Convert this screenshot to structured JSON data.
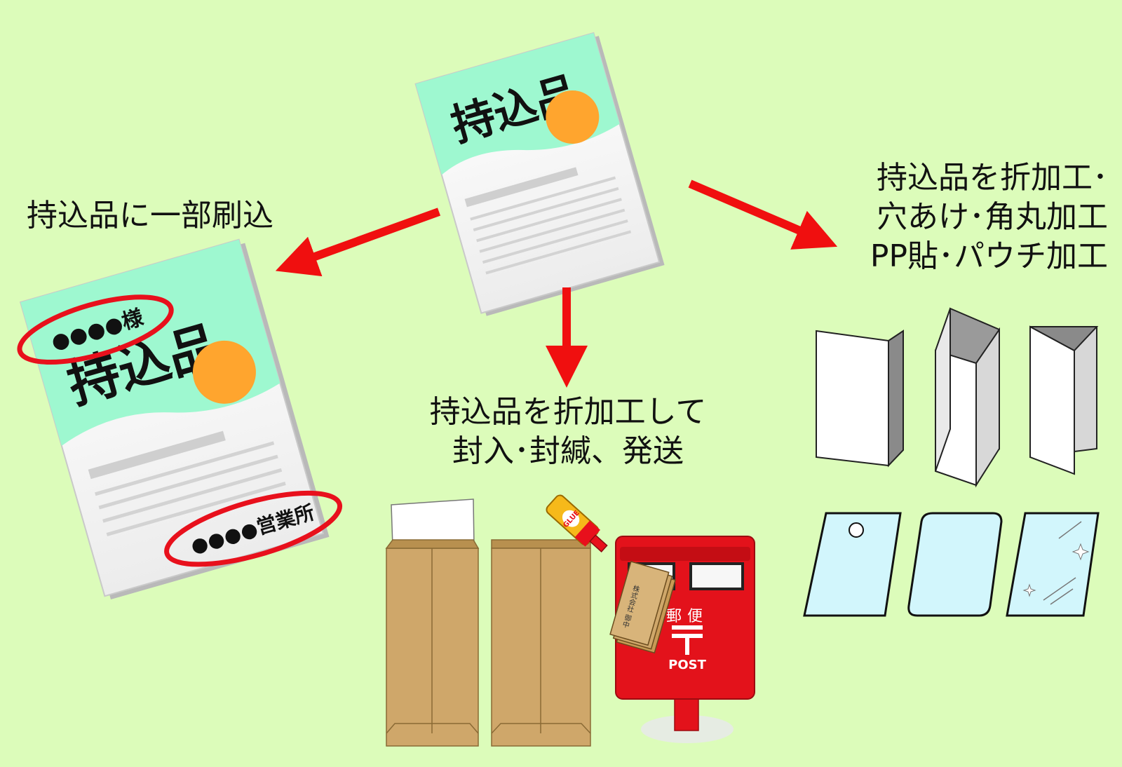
{
  "original_flyer": {
    "title": "持込品"
  },
  "left_branch": {
    "caption": "持込品に一部刷込",
    "flyer_title": "持込品",
    "imprint_name": "●●●●様",
    "imprint_branch": "●●●●営業所"
  },
  "center_branch": {
    "caption_line1": "持込品を折加工して",
    "caption_line2": "封入･封緘、発送",
    "glue_label": "GLUE",
    "postbox_char1": "郵",
    "postbox_char2": "便",
    "postbox_label": "POST",
    "envelope_text": "株式会社 御中"
  },
  "right_branch": {
    "caption_line1": "持込品を折加工･",
    "caption_line2": "穴あけ･角丸加工",
    "caption_line3": "PP貼･パウチ加工"
  },
  "colors": {
    "background": "#dcfcba",
    "arrow": "#f00f0f",
    "flyer_header": "#9ef8d0",
    "accent_circle": "#ffa52e",
    "highlight_ring": "#e8101c",
    "envelope": "#cfa76a",
    "postbox": "#e3121b",
    "laminate": "#d2f6fc"
  }
}
